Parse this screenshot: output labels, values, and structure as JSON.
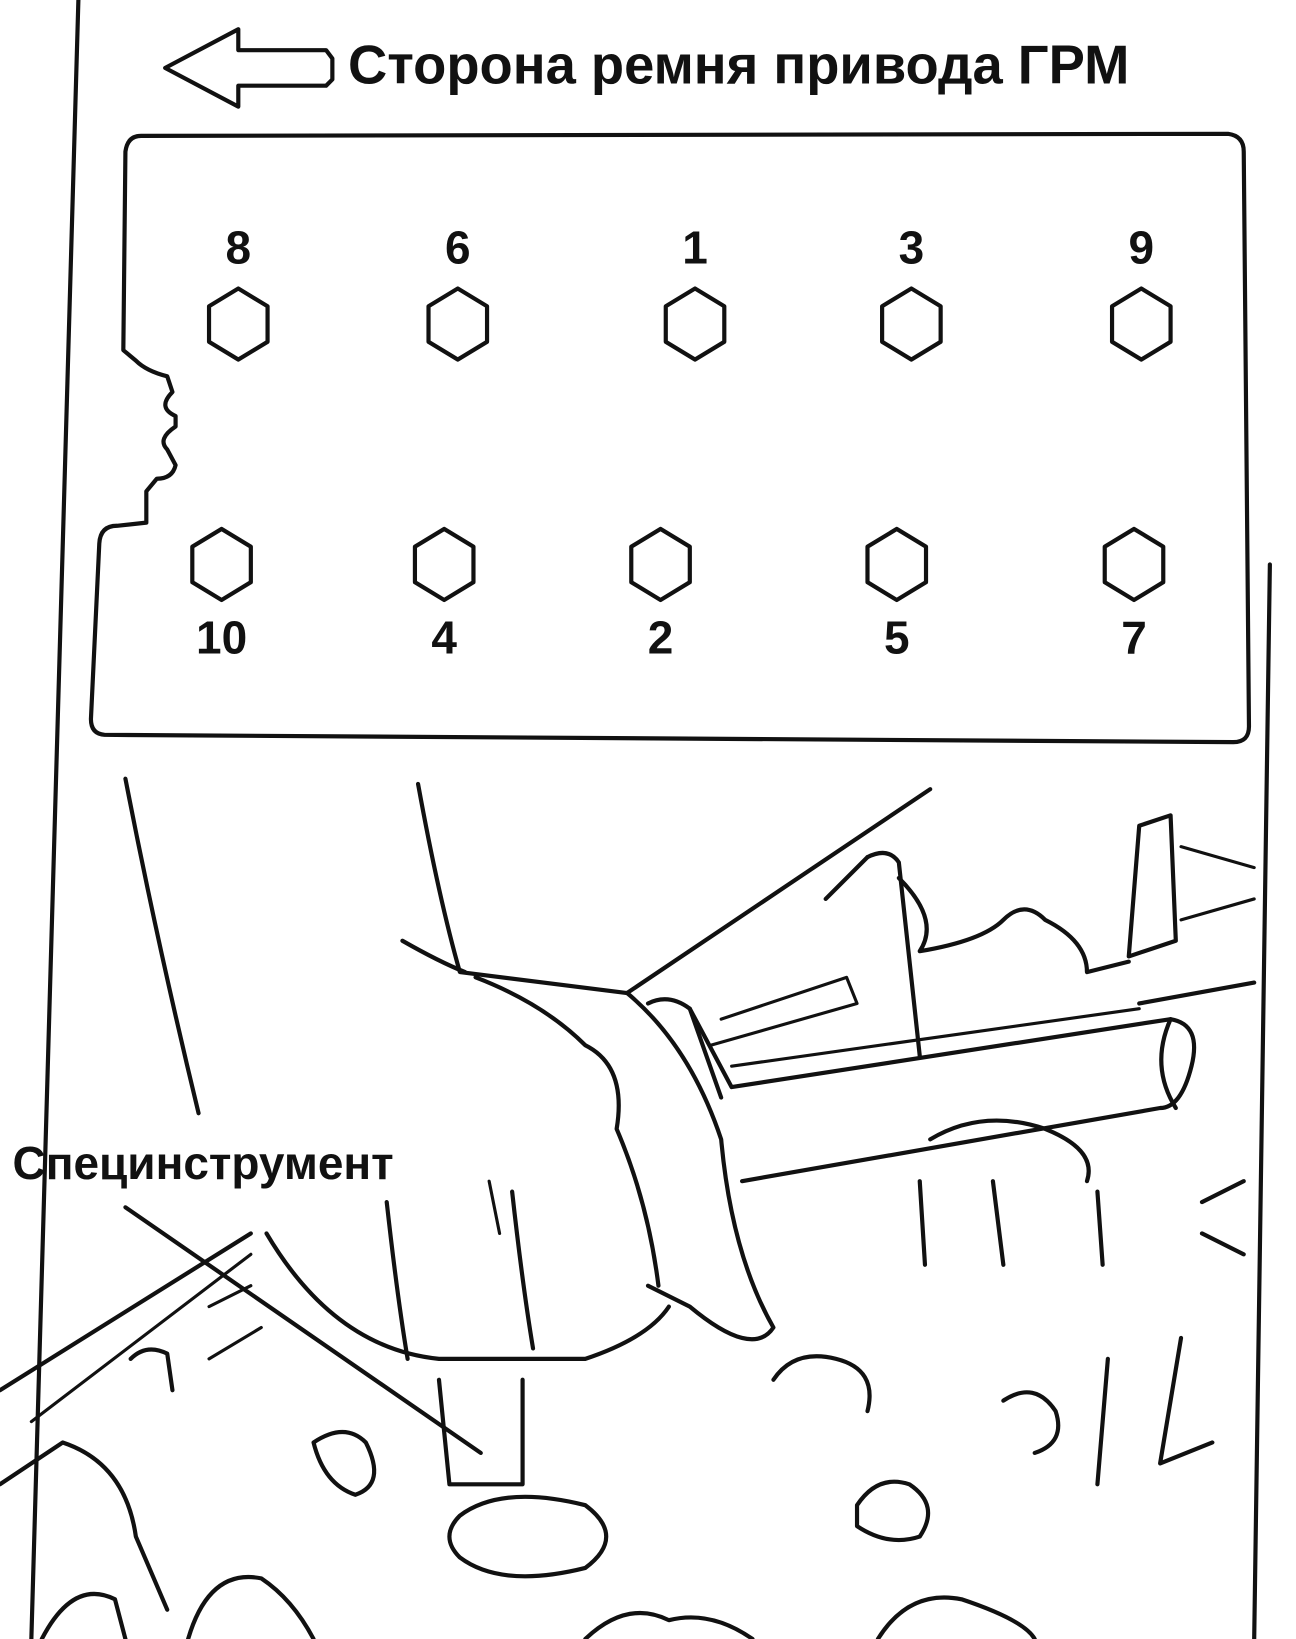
{
  "header": {
    "arrow_icon": "arrow-left-outline-icon",
    "direction_label": "Сторона ремня привода ГРМ"
  },
  "bolt_pattern": {
    "top_row": [
      "8",
      "6",
      "1",
      "3",
      "9"
    ],
    "bottom_row": [
      "10",
      "4",
      "2",
      "5",
      "7"
    ]
  },
  "callouts": {
    "tool_label": "Специнструмент"
  }
}
